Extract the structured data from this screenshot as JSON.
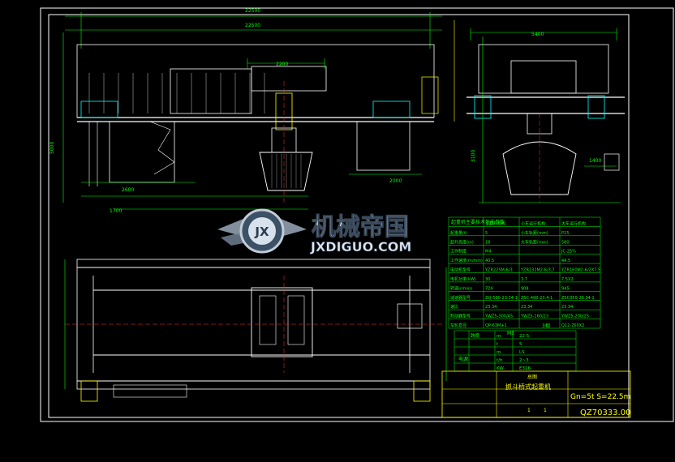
{
  "drawing": {
    "background": "#000000",
    "line_color_green": "#00ff00",
    "line_color_yellow": "#ffff00",
    "line_color_white": "#ffffff",
    "line_color_cyan": "#00ffff",
    "line_color_red": "#ff3030"
  },
  "dimensions": {
    "top_overall": "22500",
    "top_span": "22500",
    "trolley_gauge": "2200",
    "left_height": "5000",
    "side_width": "5400",
    "side_height": "3100",
    "side_small": "1400",
    "bottom_a": "2600",
    "bottom_b": "1700",
    "bottom_c": "2000",
    "label_1400": "1400"
  },
  "watermark": {
    "brand_cn": "机械帝国",
    "brand_en": "JXDIGUO.COM",
    "badge_letters": "JX",
    "icon": "winged-gear-logo"
  },
  "spec_table": {
    "title": "起重机主要技术性能参数",
    "headers": [
      "",
      "主起升机构",
      "小车运行机构",
      "大车运行机构"
    ],
    "rows": [
      [
        "起重量(t)",
        "5",
        "小车轨距(mm)",
        "P15"
      ],
      [
        "起升高度(m)",
        "18",
        "大车轨距(mm)",
        "580"
      ],
      [
        "工作制度",
        "M4",
        "",
        "JC-25%"
      ],
      [
        "工作速度(m/min)",
        "40.5",
        "",
        "44.5"
      ],
      [
        "电动机型号",
        "YZR225M-6/3",
        "YZR132M2-6/3.7",
        "YZR160M2-6/2X7.5"
      ],
      [
        "电机功率(kW)",
        "30",
        "3.7",
        "7.5X2"
      ],
      [
        "转速(r/min)",
        "724",
        "908",
        "945"
      ],
      [
        "减速器型号",
        "ZQ-500-23.34-1",
        "ZSC-400-23.4-1",
        "ZSC350-23.34-1"
      ],
      [
        "速比",
        "23.34",
        "23.34",
        "23.34"
      ],
      [
        "制动器型号",
        "YWZ5-300/45",
        "YWZ5-160/23",
        "YWZ5-200/25"
      ],
      [
        "车轮直径",
        "QP-63M+1",
        "",
        "Q12-250X2"
      ]
    ]
  },
  "misc_table": {
    "rows": [
      [
        "跨度",
        "",
        "m",
        "22.5"
      ],
      [
        "",
        "",
        "t",
        "5"
      ],
      [
        "",
        "",
        "m",
        "LS"
      ],
      [
        "",
        "",
        "t/h",
        "2~3"
      ],
      [
        "",
        "",
        "KW",
        "E316"
      ]
    ],
    "label_left": "电源",
    "top_value": "M3",
    "power": "3相"
  },
  "title_block": {
    "name": "抓斗桥式起重机",
    "label": "总图",
    "spec_text": "Gn=5t S=22.5m",
    "drawing_no": "QZ70333.00",
    "sheet": "1",
    "sheets": "1"
  }
}
